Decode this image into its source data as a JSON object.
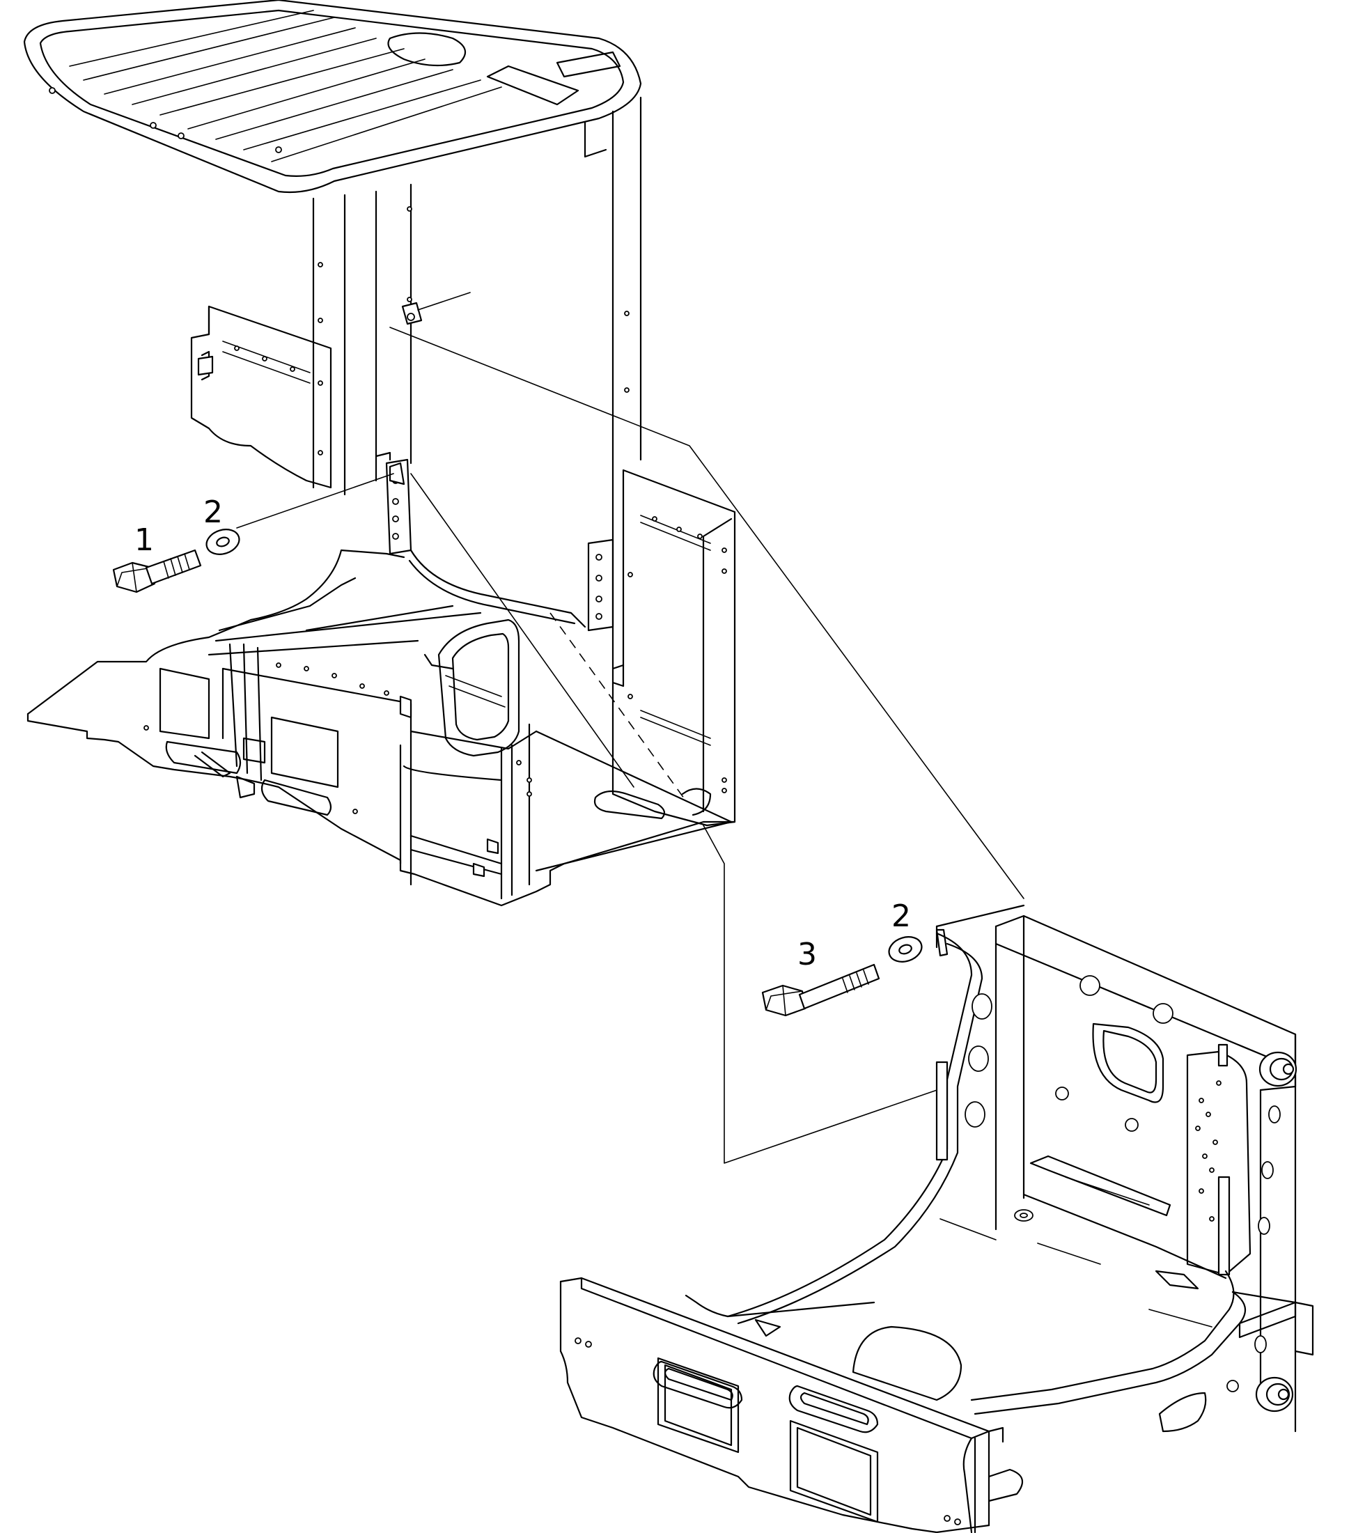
{
  "diagram": {
    "callouts": [
      {
        "id": "1"
      },
      {
        "id": "2"
      },
      {
        "id": "3"
      },
      {
        "id": "2"
      }
    ]
  }
}
